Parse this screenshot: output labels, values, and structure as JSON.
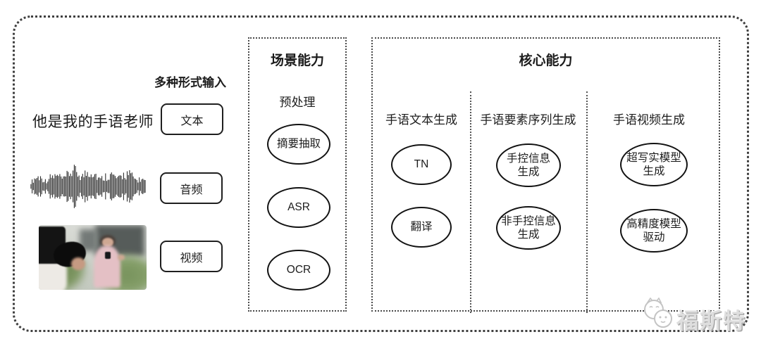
{
  "input_section": {
    "title": "多种形式输入",
    "sentence": "他是我的手语老师",
    "items": [
      {
        "label": "文本"
      },
      {
        "label": "音频"
      },
      {
        "label": "视频"
      }
    ]
  },
  "scene_section": {
    "title": "场景能力",
    "subtitle": "预处理",
    "nodes": [
      "摘要抽取",
      "ASR",
      "OCR"
    ]
  },
  "core_section": {
    "title": "核心能力",
    "columns": [
      {
        "header": "手语文本生成",
        "nodes": [
          "TN",
          "翻译"
        ]
      },
      {
        "header": "手语要素序列生成",
        "nodes": [
          "手控信息\n生成",
          "非手控信息\n生成"
        ]
      },
      {
        "header": "手语视频生成",
        "nodes": [
          "超写实模型\n生成",
          "高精度模型\n驱动"
        ]
      }
    ]
  },
  "watermark": {
    "text": "福斯特"
  },
  "colors": {
    "ink": "#1c1c1c",
    "dash": "#4a4a4a",
    "watermark_gray": "#c9c9c9"
  }
}
